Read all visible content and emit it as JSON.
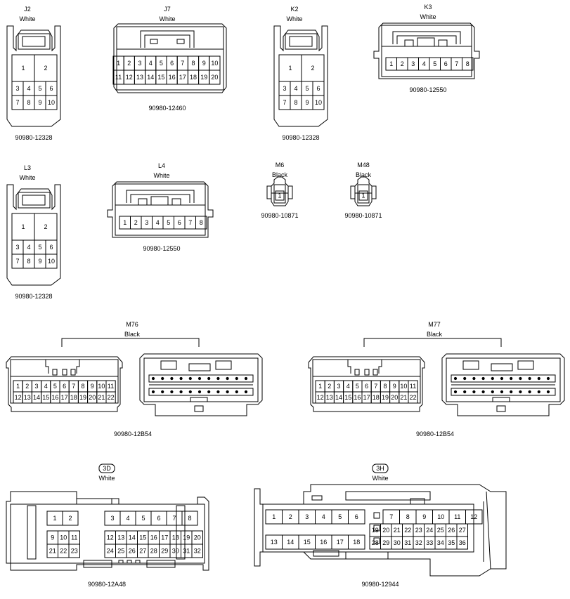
{
  "connectors": {
    "j2": {
      "id": "J2",
      "color": "White",
      "part": "90980-12328"
    },
    "j7": {
      "id": "J7",
      "color": "White",
      "part": "90980-12460"
    },
    "k2": {
      "id": "K2",
      "color": "White",
      "part": "90980-12328"
    },
    "k3": {
      "id": "K3",
      "color": "White",
      "part": "90980-12550"
    },
    "l3": {
      "id": "L3",
      "color": "White",
      "part": "90980-12328"
    },
    "l4": {
      "id": "L4",
      "color": "White",
      "part": "90980-12550"
    },
    "m6": {
      "id": "M6",
      "color": "Black",
      "part": "90980-10871"
    },
    "m48": {
      "id": "M48",
      "color": "Black",
      "part": "90980-10871"
    },
    "m76": {
      "id": "M76",
      "color": "Black",
      "part": "90980-12B54"
    },
    "m77": {
      "id": "M77",
      "color": "Black",
      "part": "90980-12B54"
    },
    "c3d": {
      "id": "3D",
      "color": "White",
      "part": "90980-12A48"
    },
    "c3h": {
      "id": "3H",
      "color": "White",
      "part": "90980-12944"
    }
  },
  "pins": {
    "j2": [
      [
        "1",
        "2"
      ],
      [
        "3",
        "4",
        "5",
        "6"
      ],
      [
        "7",
        "8",
        "9",
        "10"
      ]
    ],
    "j7": [
      [
        "1",
        "2",
        "3",
        "4",
        "5",
        "6",
        "7",
        "8",
        "9",
        "10"
      ],
      [
        "11",
        "12",
        "13",
        "14",
        "15",
        "16",
        "17",
        "18",
        "19",
        "20"
      ]
    ],
    "k3": [
      "1",
      "2",
      "3",
      "4",
      "5",
      "6",
      "7",
      "8"
    ],
    "m6": [
      "1"
    ],
    "m76": [
      [
        "1",
        "2",
        "3",
        "4",
        "5",
        "6",
        "7",
        "8",
        "9",
        "10",
        "11"
      ],
      [
        "12",
        "13",
        "14",
        "15",
        "16",
        "17",
        "18",
        "19",
        "20",
        "21",
        "22"
      ]
    ],
    "c3d_left": [
      [
        "1",
        "2"
      ],
      [
        "9",
        "10",
        "11"
      ],
      [
        "21",
        "22",
        "23"
      ]
    ],
    "c3d_right": [
      [
        "3",
        "4",
        "5",
        "6",
        "7",
        "8"
      ],
      [
        "12",
        "13",
        "14",
        "15",
        "16",
        "17",
        "18",
        "19",
        "20"
      ],
      [
        "24",
        "25",
        "26",
        "27",
        "28",
        "29",
        "30",
        "31",
        "32"
      ]
    ],
    "c3h_left": [
      [
        "1",
        "2",
        "3",
        "4",
        "5",
        "6"
      ],
      [
        "13",
        "14",
        "15",
        "16",
        "17",
        "18"
      ]
    ],
    "c3h_right": [
      [
        "7",
        "8",
        "9",
        "10",
        "11",
        "12"
      ],
      [
        "19",
        "20",
        "21",
        "22",
        "23",
        "24",
        "25",
        "26",
        "27"
      ],
      [
        "28",
        "29",
        "30",
        "31",
        "32",
        "33",
        "34",
        "35",
        "36"
      ]
    ]
  }
}
